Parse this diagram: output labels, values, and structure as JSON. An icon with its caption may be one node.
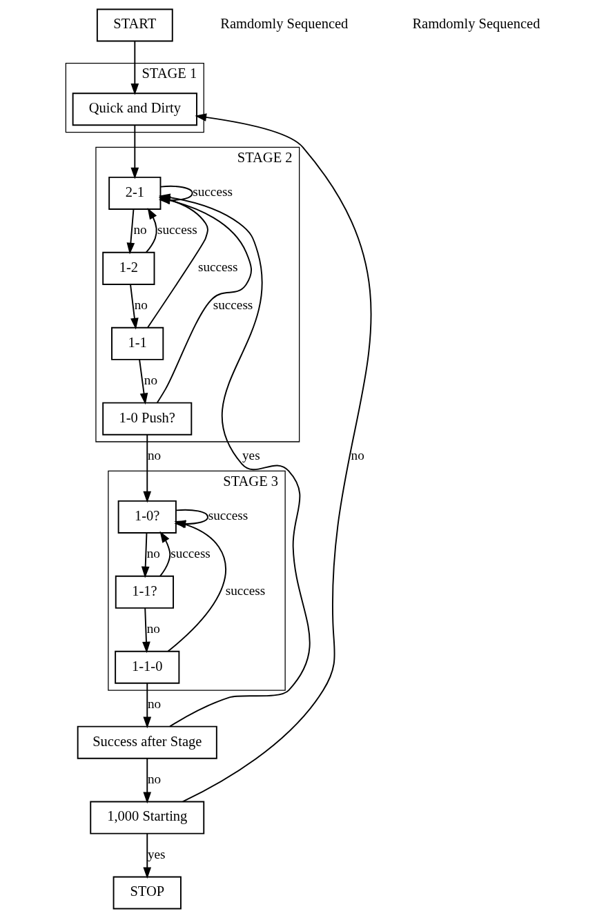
{
  "diagram": {
    "nodes": [
      {
        "text": [
          "START"
        ]
      },
      {
        "text": [
          "STAGE 1"
        ]
      },
      {
        "text": [
          "Quick and Dirty"
        ],
        "in": 1
      },
      {
        "text": [
          "STAGE 2"
        ]
      },
      {
        "text": [
          "2-1"
        ],
        "in": 3
      },
      {
        "text": [
          "1-2"
        ],
        "in": 3
      },
      {
        "text": [
          "1-1"
        ],
        "in": 3
      },
      {
        "text": [
          "1-0 Push?"
        ],
        "in": 3
      },
      {
        "text": [
          "STAGE 3"
        ]
      },
      {
        "text": [
          "1-0?"
        ],
        "in": 8
      },
      {
        "text": [
          "1-1?"
        ],
        "in": 8
      },
      {
        "text": [
          "1-1-0"
        ],
        "in": 8
      },
      {
        "text": [
          "Success after Stage"
        ]
      },
      {
        "text": [
          "1,000 Starting"
        ]
      },
      {
        "text": [
          "STOP"
        ]
      }
    ],
    "edges": [
      {
        "from": 0,
        "to": 2,
        "arrow": "to"
      },
      {
        "from": 2,
        "to": 4,
        "arrow": "to"
      },
      {
        "from": 4,
        "to": 5,
        "arrow": "to",
        "label": "no"
      },
      {
        "from": 5,
        "to": 6,
        "arrow": "to",
        "label": "no"
      },
      {
        "from": 6,
        "to": 7,
        "arrow": "to",
        "label": "no"
      },
      {
        "from": 7,
        "to": 9,
        "arrow": "to",
        "label": "no"
      },
      {
        "from": 9,
        "to": 10,
        "arrow": "to",
        "label": "no"
      },
      {
        "from": 10,
        "to": 11,
        "arrow": "to",
        "label": "no"
      },
      {
        "from": 11,
        "to": 12,
        "arrow": "to",
        "label": "no"
      },
      {
        "from": 12,
        "to": 13,
        "arrow": "to",
        "label": "no"
      },
      {
        "from": 13,
        "to": 14,
        "arrow": "to",
        "label": "yes"
      },
      {
        "from": 4,
        "to": 4,
        "arrow": "to",
        "label": "success"
      },
      {
        "from": 5,
        "to": 4,
        "arrow": "to",
        "label": "success"
      },
      {
        "from": 6,
        "to": 4,
        "arrow": "to",
        "label": "success"
      },
      {
        "from": 7,
        "to": 4,
        "arrow": "to",
        "label": "success"
      },
      {
        "from": 9,
        "to": 9,
        "arrow": "to",
        "label": "success"
      },
      {
        "from": 10,
        "to": 9,
        "arrow": "to",
        "label": "success"
      },
      {
        "from": 11,
        "to": 9,
        "arrow": "to",
        "label": "success"
      },
      {
        "from": 12,
        "to": 4,
        "arrow": "to",
        "label": "yes"
      },
      {
        "from": 13,
        "to": 2,
        "arrow": "to",
        "label": "no"
      }
    ],
    "labels": [
      "Ramdomly Sequenced",
      "Ramdomly Sequenced"
    ]
  }
}
